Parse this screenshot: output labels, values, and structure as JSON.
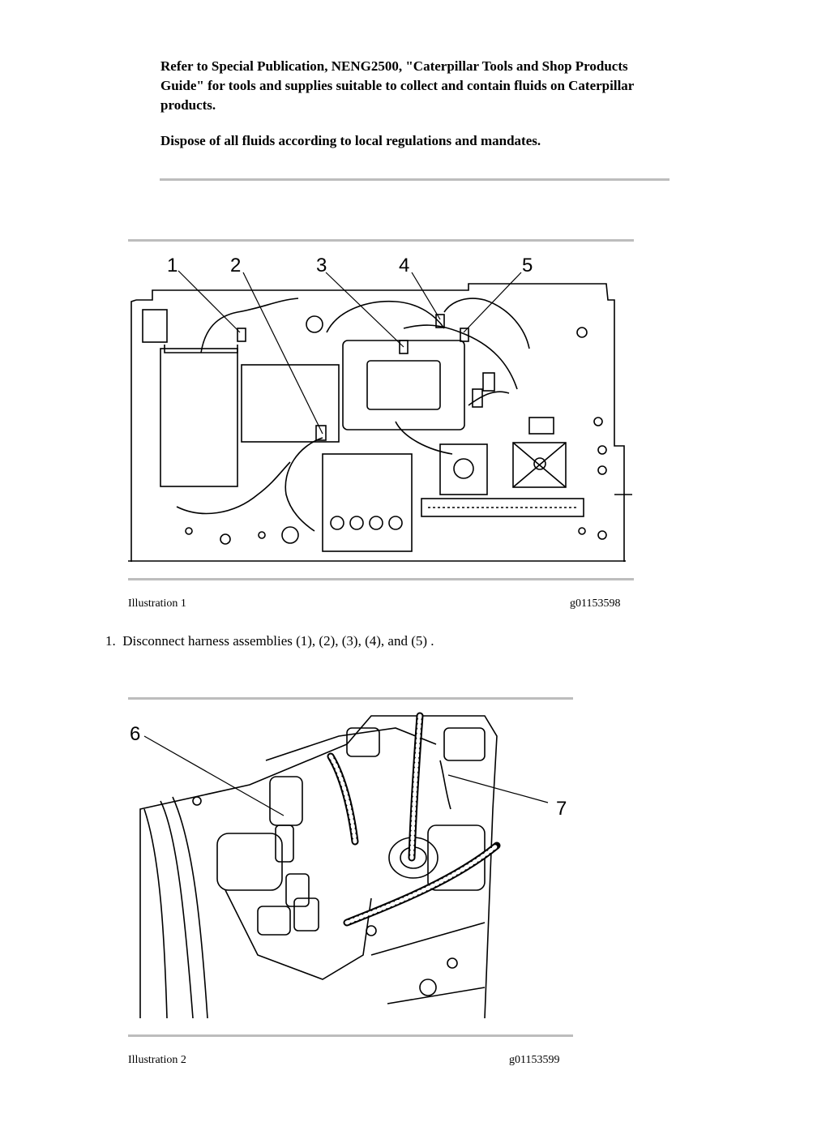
{
  "notes": {
    "refer": "Refer to Special Publication, NENG2500, \"Caterpillar Tools and Shop Products Guide\" for tools and supplies suitable to collect and contain fluids on Caterpillar products.",
    "dispose": "Dispose of all fluids according to local regulations and mandates."
  },
  "illustration1": {
    "caption": "Illustration 1",
    "id": "g01153598",
    "callouts": [
      "1",
      "2",
      "3",
      "4",
      "5"
    ]
  },
  "steps": [
    {
      "number": "1.",
      "text": "Disconnect harness assemblies (1), (2), (3), (4), and (5) ."
    }
  ],
  "illustration2": {
    "caption": "Illustration 2",
    "id": "g01153599",
    "callouts": [
      "6",
      "7"
    ]
  }
}
